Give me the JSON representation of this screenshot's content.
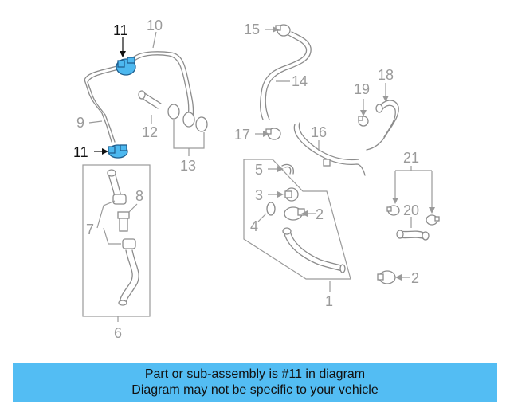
{
  "diagram": {
    "callouts": {
      "c11_top": "11",
      "c11_bottom": "11",
      "c10": "10",
      "c9": "9",
      "c12": "12",
      "c13": "13",
      "c8": "8",
      "c7": "7",
      "c6": "6",
      "c15": "15",
      "c14": "14",
      "c19": "19",
      "c18": "18",
      "c17": "17",
      "c16": "16",
      "c5": "5",
      "c3": "3",
      "c4": "4",
      "c2_a": "2",
      "c2_b": "2",
      "c1": "1",
      "c21": "21",
      "c20": "20"
    },
    "highlight_color": "#4db8ef"
  },
  "banner": {
    "line1": "Part or sub-assembly is #11 in diagram",
    "line2": "Diagram may not be specific to your vehicle",
    "color": "#53bdf3"
  }
}
